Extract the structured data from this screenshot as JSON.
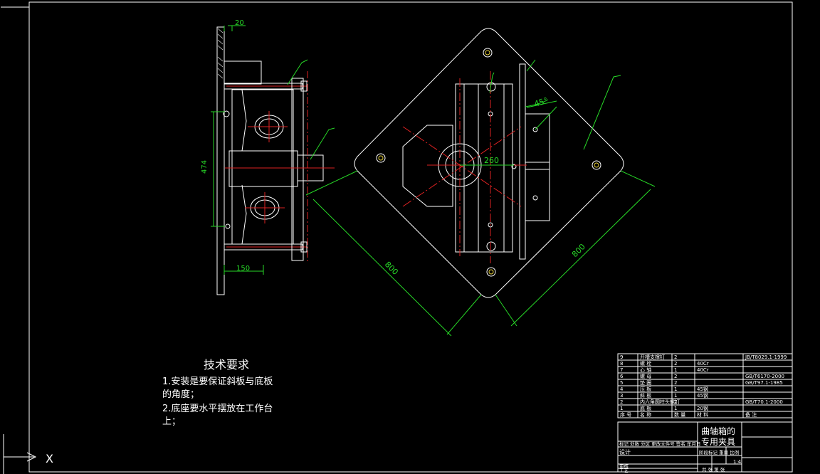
{
  "drawing_title": [
    "曲轴箱的",
    "专用夹具"
  ],
  "scale": "1:4",
  "tech_requirements": {
    "heading": "技术要求",
    "lines": [
      "1.安装是要保证斜板与底板",
      "的角度；",
      "2.底座要水平摆放在工作台",
      "上；"
    ]
  },
  "dimensions": {
    "top_flange": "20",
    "height": "474",
    "base_width": "150",
    "bore_offset": "260",
    "diag_left": "800",
    "diag_right": "800",
    "angle": "45°"
  },
  "parts_list": [
    {
      "no": "9",
      "name": "开槽支撑钉",
      "qty": "2",
      "material": "",
      "standard": "JB/T8029.1-1999"
    },
    {
      "no": "8",
      "name": "螺 栓",
      "qty": "2",
      "material": "40Cr",
      "standard": ""
    },
    {
      "no": "7",
      "name": "心 轴",
      "qty": "1",
      "material": "40Cr",
      "standard": ""
    },
    {
      "no": "6",
      "name": "螺 母",
      "qty": "2",
      "material": "",
      "standard": "GB/T6170-2000"
    },
    {
      "no": "5",
      "name": "垫 圈",
      "qty": "2",
      "material": "",
      "standard": "GB/T97.1-1985"
    },
    {
      "no": "4",
      "name": "压 板",
      "qty": "1",
      "material": "45钢",
      "standard": ""
    },
    {
      "no": "3",
      "name": "斜 板",
      "qty": "1",
      "material": "45钢",
      "standard": ""
    },
    {
      "no": "2",
      "name": "内六角圆柱头螺钉",
      "qty": "2",
      "material": "",
      "standard": "GB/T70.1-2000"
    },
    {
      "no": "1",
      "name": "底 板",
      "qty": "1",
      "material": "20钢",
      "standard": ""
    }
  ],
  "parts_header": {
    "no": "序 号",
    "name": "名 称",
    "qty": "数 量",
    "material": "材 料",
    "standard": "备 注"
  },
  "title_block": {
    "approval_row": "标记 处数 分区 更改文件号 签名 年月日",
    "design": "设计",
    "review": "审核",
    "craft": "工艺",
    "stage_row": "阶段标记 重量 比例",
    "footer": "共 张 第 张"
  },
  "ucs_label": "X"
}
